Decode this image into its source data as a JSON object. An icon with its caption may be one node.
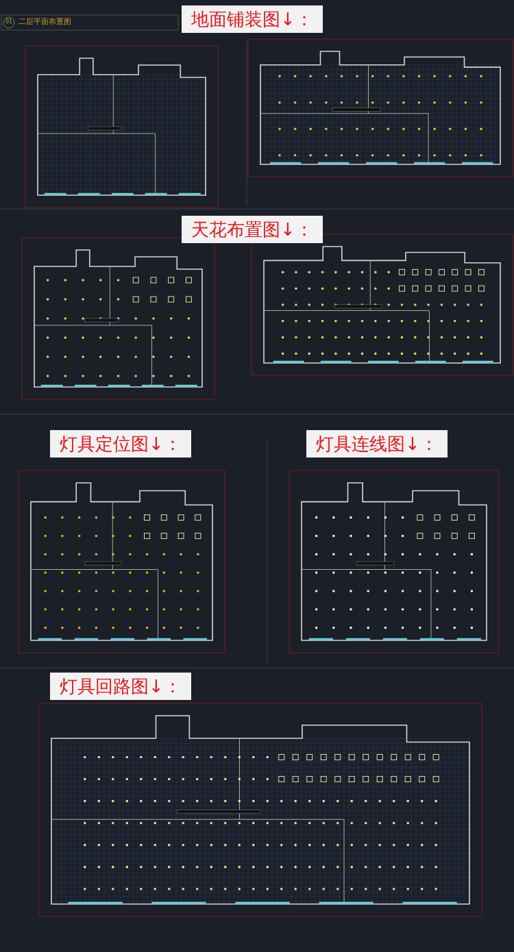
{
  "diagram": {
    "labels": [
      "01",
      "二层平面布置图",
      "地面铺装图↓：",
      "天花布置图↓：",
      "灯具定位图↓：",
      "灯具连线图↓：",
      "灯具回路图↓："
    ]
  }
}
